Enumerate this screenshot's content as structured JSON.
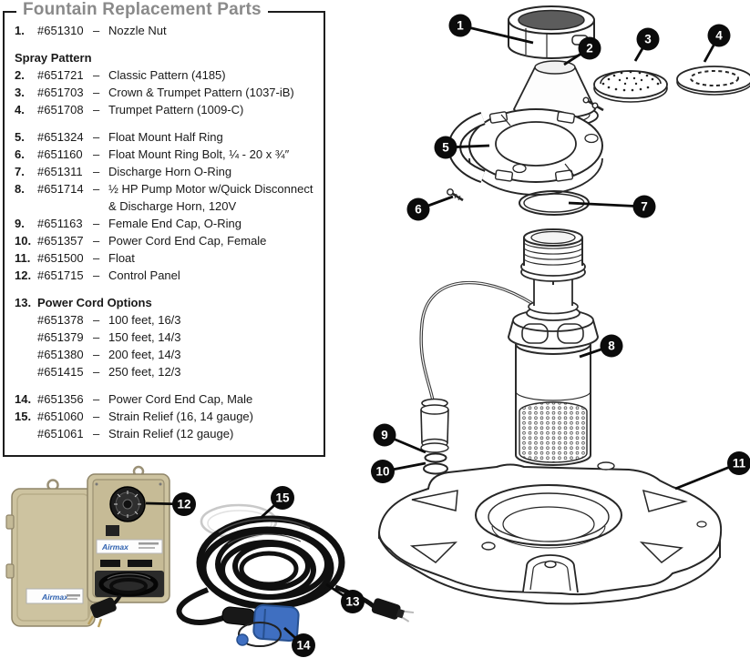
{
  "panel": {
    "title": "Fountain Replacement Parts",
    "sep": "–",
    "item1": {
      "num": "1.",
      "code": "#651310",
      "desc": "Nozzle Nut"
    },
    "spray_heading": "Spray Pattern",
    "item2": {
      "num": "2.",
      "code": "#651721",
      "desc": "Classic Pattern (4185)"
    },
    "item3": {
      "num": "3.",
      "code": "#651703",
      "desc": "Crown & Trumpet Pattern (1037-iB)"
    },
    "item4": {
      "num": "4.",
      "code": "#651708",
      "desc": "Trumpet Pattern (1009-C)"
    },
    "item5": {
      "num": "5.",
      "code": "#651324",
      "desc": "Float Mount Half Ring"
    },
    "item6": {
      "num": "6.",
      "code": "#651160",
      "desc": "Float Mount Ring Bolt, ¼ - 20 x ¾″"
    },
    "item7": {
      "num": "7.",
      "code": "#651311",
      "desc": "Discharge Horn O-Ring"
    },
    "item8": {
      "num": "8.",
      "code": "#651714",
      "desc": "½ HP Pump Motor w/Quick Disconnect",
      "desc2": "& Discharge Horn, 120V"
    },
    "item9": {
      "num": "9.",
      "code": "#651163",
      "desc": "Female End Cap, O-Ring"
    },
    "item10": {
      "num": "10.",
      "code": "#651357",
      "desc": "Power Cord End Cap, Female"
    },
    "item11": {
      "num": "11.",
      "code": "#651500",
      "desc": "Float"
    },
    "item12": {
      "num": "12.",
      "code": "#651715",
      "desc": "Control Panel"
    },
    "item13": {
      "num": "13.",
      "heading": "Power Cord Options",
      "opt1": {
        "code": "#651378",
        "desc": "100 feet, 16/3"
      },
      "opt2": {
        "code": "#651379",
        "desc": "150 feet, 14/3"
      },
      "opt3": {
        "code": "#651380",
        "desc": "200 feet, 14/3"
      },
      "opt4": {
        "code": "#651415",
        "desc": "250 feet, 12/3"
      }
    },
    "item14": {
      "num": "14.",
      "code": "#651356",
      "desc": "Power Cord End Cap, Male"
    },
    "item15": {
      "num": "15.",
      "code": "#651060",
      "desc": "Strain Relief (16, 14 gauge)",
      "code2": "#651061",
      "desc2": "Strain Relief (12 gauge)"
    }
  },
  "diagram": {
    "callouts": [
      "1",
      "2",
      "3",
      "4",
      "5",
      "6",
      "7",
      "8",
      "9",
      "10",
      "11",
      "12",
      "13",
      "14",
      "15"
    ]
  },
  "photos": {
    "brand": "Airmax",
    "colors": {
      "cabinet_tan": "#cdc3a0",
      "cabinet_edge": "#8f8569",
      "connector_blue": "#3f6fc1",
      "cord_black": "#111111",
      "callout_black": "#0b0b0b",
      "title_gray": "#8a8a8a"
    }
  }
}
